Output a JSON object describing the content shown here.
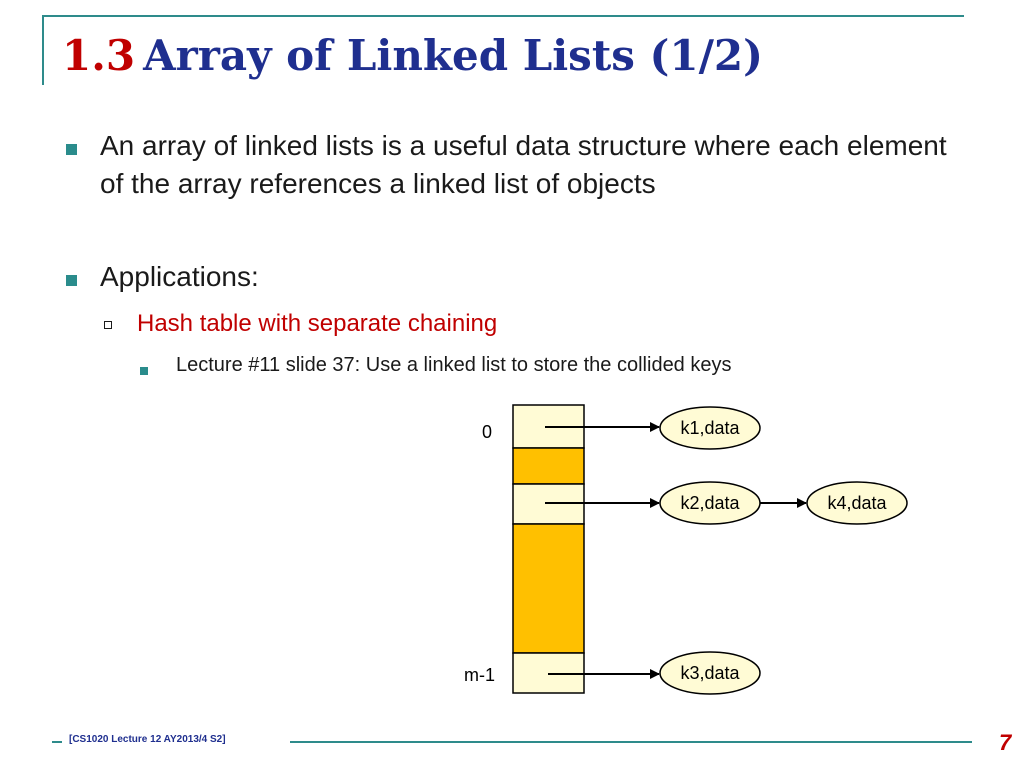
{
  "slide": {
    "title_number": "1.3",
    "title_text": "Array of Linked Lists (1/2)",
    "bullets": [
      "An array of linked lists is a useful data structure where each element of the array references a linked list of objects",
      "Applications:"
    ],
    "sub_bullet": "Hash table with separate chaining",
    "sub_sub_bullet": "Lecture #11 slide 37: Use a linked list to store the collided keys"
  },
  "diagram": {
    "index_labels": [
      "0",
      "m-1"
    ],
    "nodes": [
      "k1,data",
      "k2,data",
      "k4,data",
      "k3,data"
    ],
    "colors": {
      "empty_slot": "#ffc000",
      "used_slot": "#fffbd5",
      "node_fill": "#fffbd5"
    }
  },
  "footer": {
    "course": "[CS1020 Lecture 12 AY2013/4 S2]",
    "page": "7"
  }
}
